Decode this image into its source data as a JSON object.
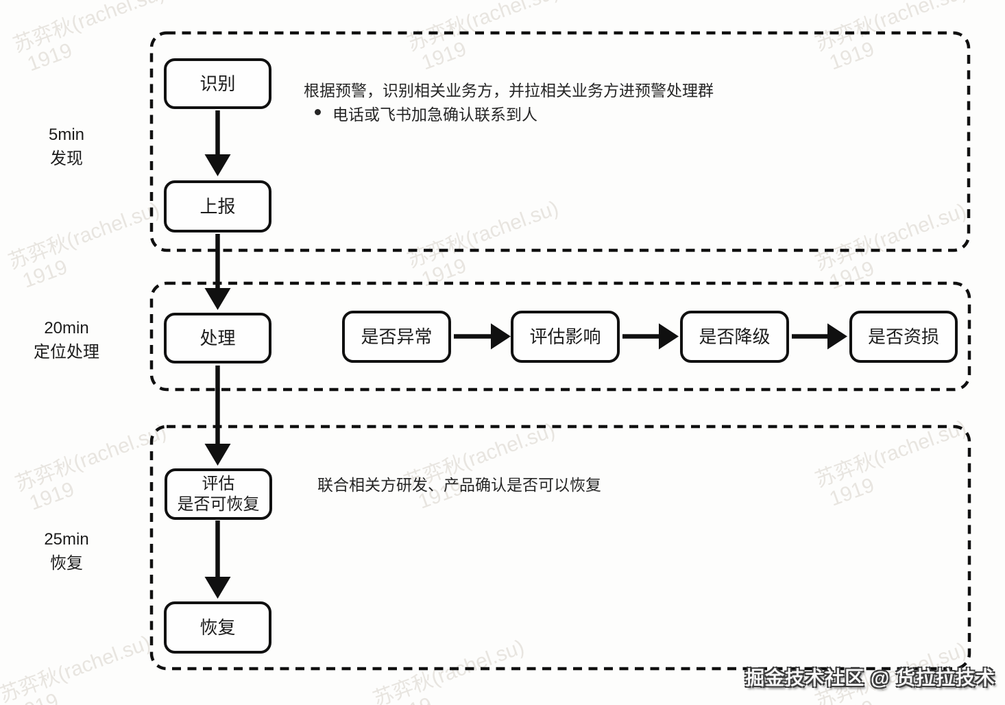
{
  "watermark": {
    "text": "苏弈秋(rachel.su)",
    "year": "1919"
  },
  "stages": [
    {
      "duration": "5min",
      "name": "发现"
    },
    {
      "duration": "20min",
      "name": "定位处理"
    },
    {
      "duration": "25min",
      "name": "恢复"
    }
  ],
  "flow": {
    "discovery": {
      "identify": "识别",
      "report": "上报",
      "note": "根据预警，识别相关业务方，并拉相关业务方进预警处理群",
      "note_bullet": "电话或飞书加急确认联系到人"
    },
    "locate": {
      "handle": "处理",
      "check_abnormal": "是否异常",
      "assess_impact": "评估影响",
      "check_downgrade": "是否降级",
      "check_capital_loss": "是否资损"
    },
    "recovery": {
      "assess_line1": "评估",
      "assess_line2": "是否可恢复",
      "recover": "恢复",
      "note": "联合相关方研发、产品确认是否可以恢复"
    }
  },
  "footer": {
    "credit": "掘金技术社区 @ 货拉拉技术"
  },
  "colors": {
    "line": "#101010",
    "text": "#1f1f1f",
    "background": "#fdfdfc",
    "watermark": "#e8e5e0"
  }
}
